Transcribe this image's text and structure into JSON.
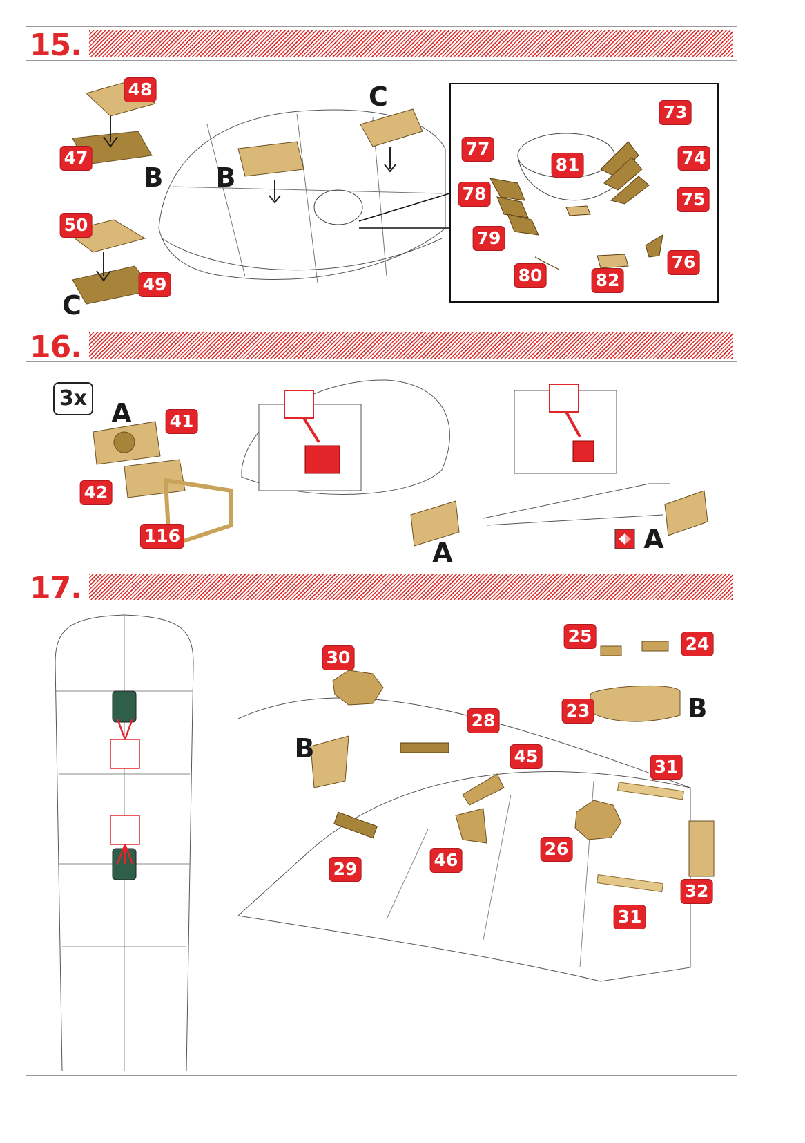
{
  "steps": [
    {
      "number": "15.",
      "parts": [
        "48",
        "47",
        "50",
        "49",
        "77",
        "78",
        "79",
        "80",
        "81",
        "82",
        "73",
        "74",
        "75",
        "76"
      ],
      "letters": [
        "B",
        "B",
        "C",
        "C"
      ]
    },
    {
      "number": "16.",
      "badge": "3x",
      "parts": [
        "41",
        "42",
        "116"
      ],
      "letters": [
        "A",
        "A",
        "A"
      ]
    },
    {
      "number": "17.",
      "parts": [
        "30",
        "28",
        "45",
        "25",
        "24",
        "23",
        "31",
        "26",
        "46",
        "29",
        "32",
        "31"
      ],
      "letters": [
        "B",
        "B"
      ]
    }
  ],
  "colors": {
    "accent": "#e3252a",
    "brass": "#c9a35a",
    "dark_brass": "#8c6a2a"
  }
}
